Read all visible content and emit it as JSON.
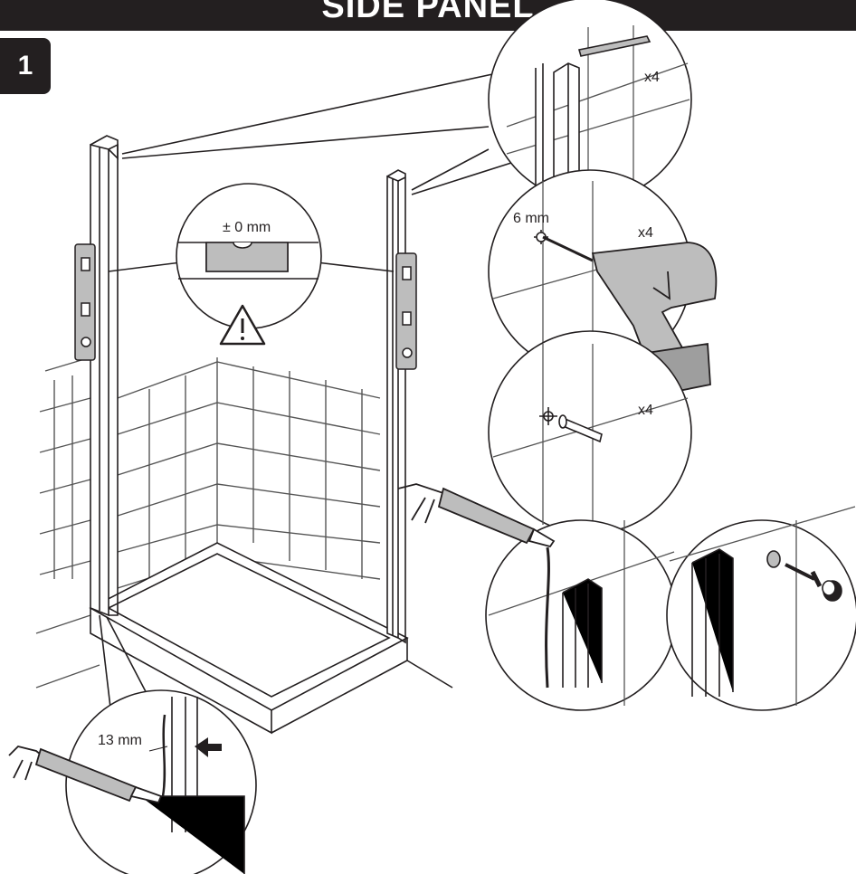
{
  "header": {
    "title": "SIDE PANEL"
  },
  "step": {
    "number": "1"
  },
  "callouts": {
    "level_reading": "± 0 mm",
    "top_bracket_qty": "x4",
    "drill_bit_size": "6 mm",
    "drill_qty": "x4",
    "plug_qty": "x4",
    "sealant_gap": "13 mm"
  },
  "icons": [
    "warning-icon",
    "spirit-level-icon",
    "drill-icon",
    "caulking-gun-icon",
    "screw-icon",
    "wall-plug-icon",
    "screw-cap-icon",
    "arrow-icon"
  ],
  "colors": {
    "header": "#231f20",
    "line": "#231f20",
    "tool_fill": "#bdbdbd",
    "tile_line": "#666666"
  }
}
